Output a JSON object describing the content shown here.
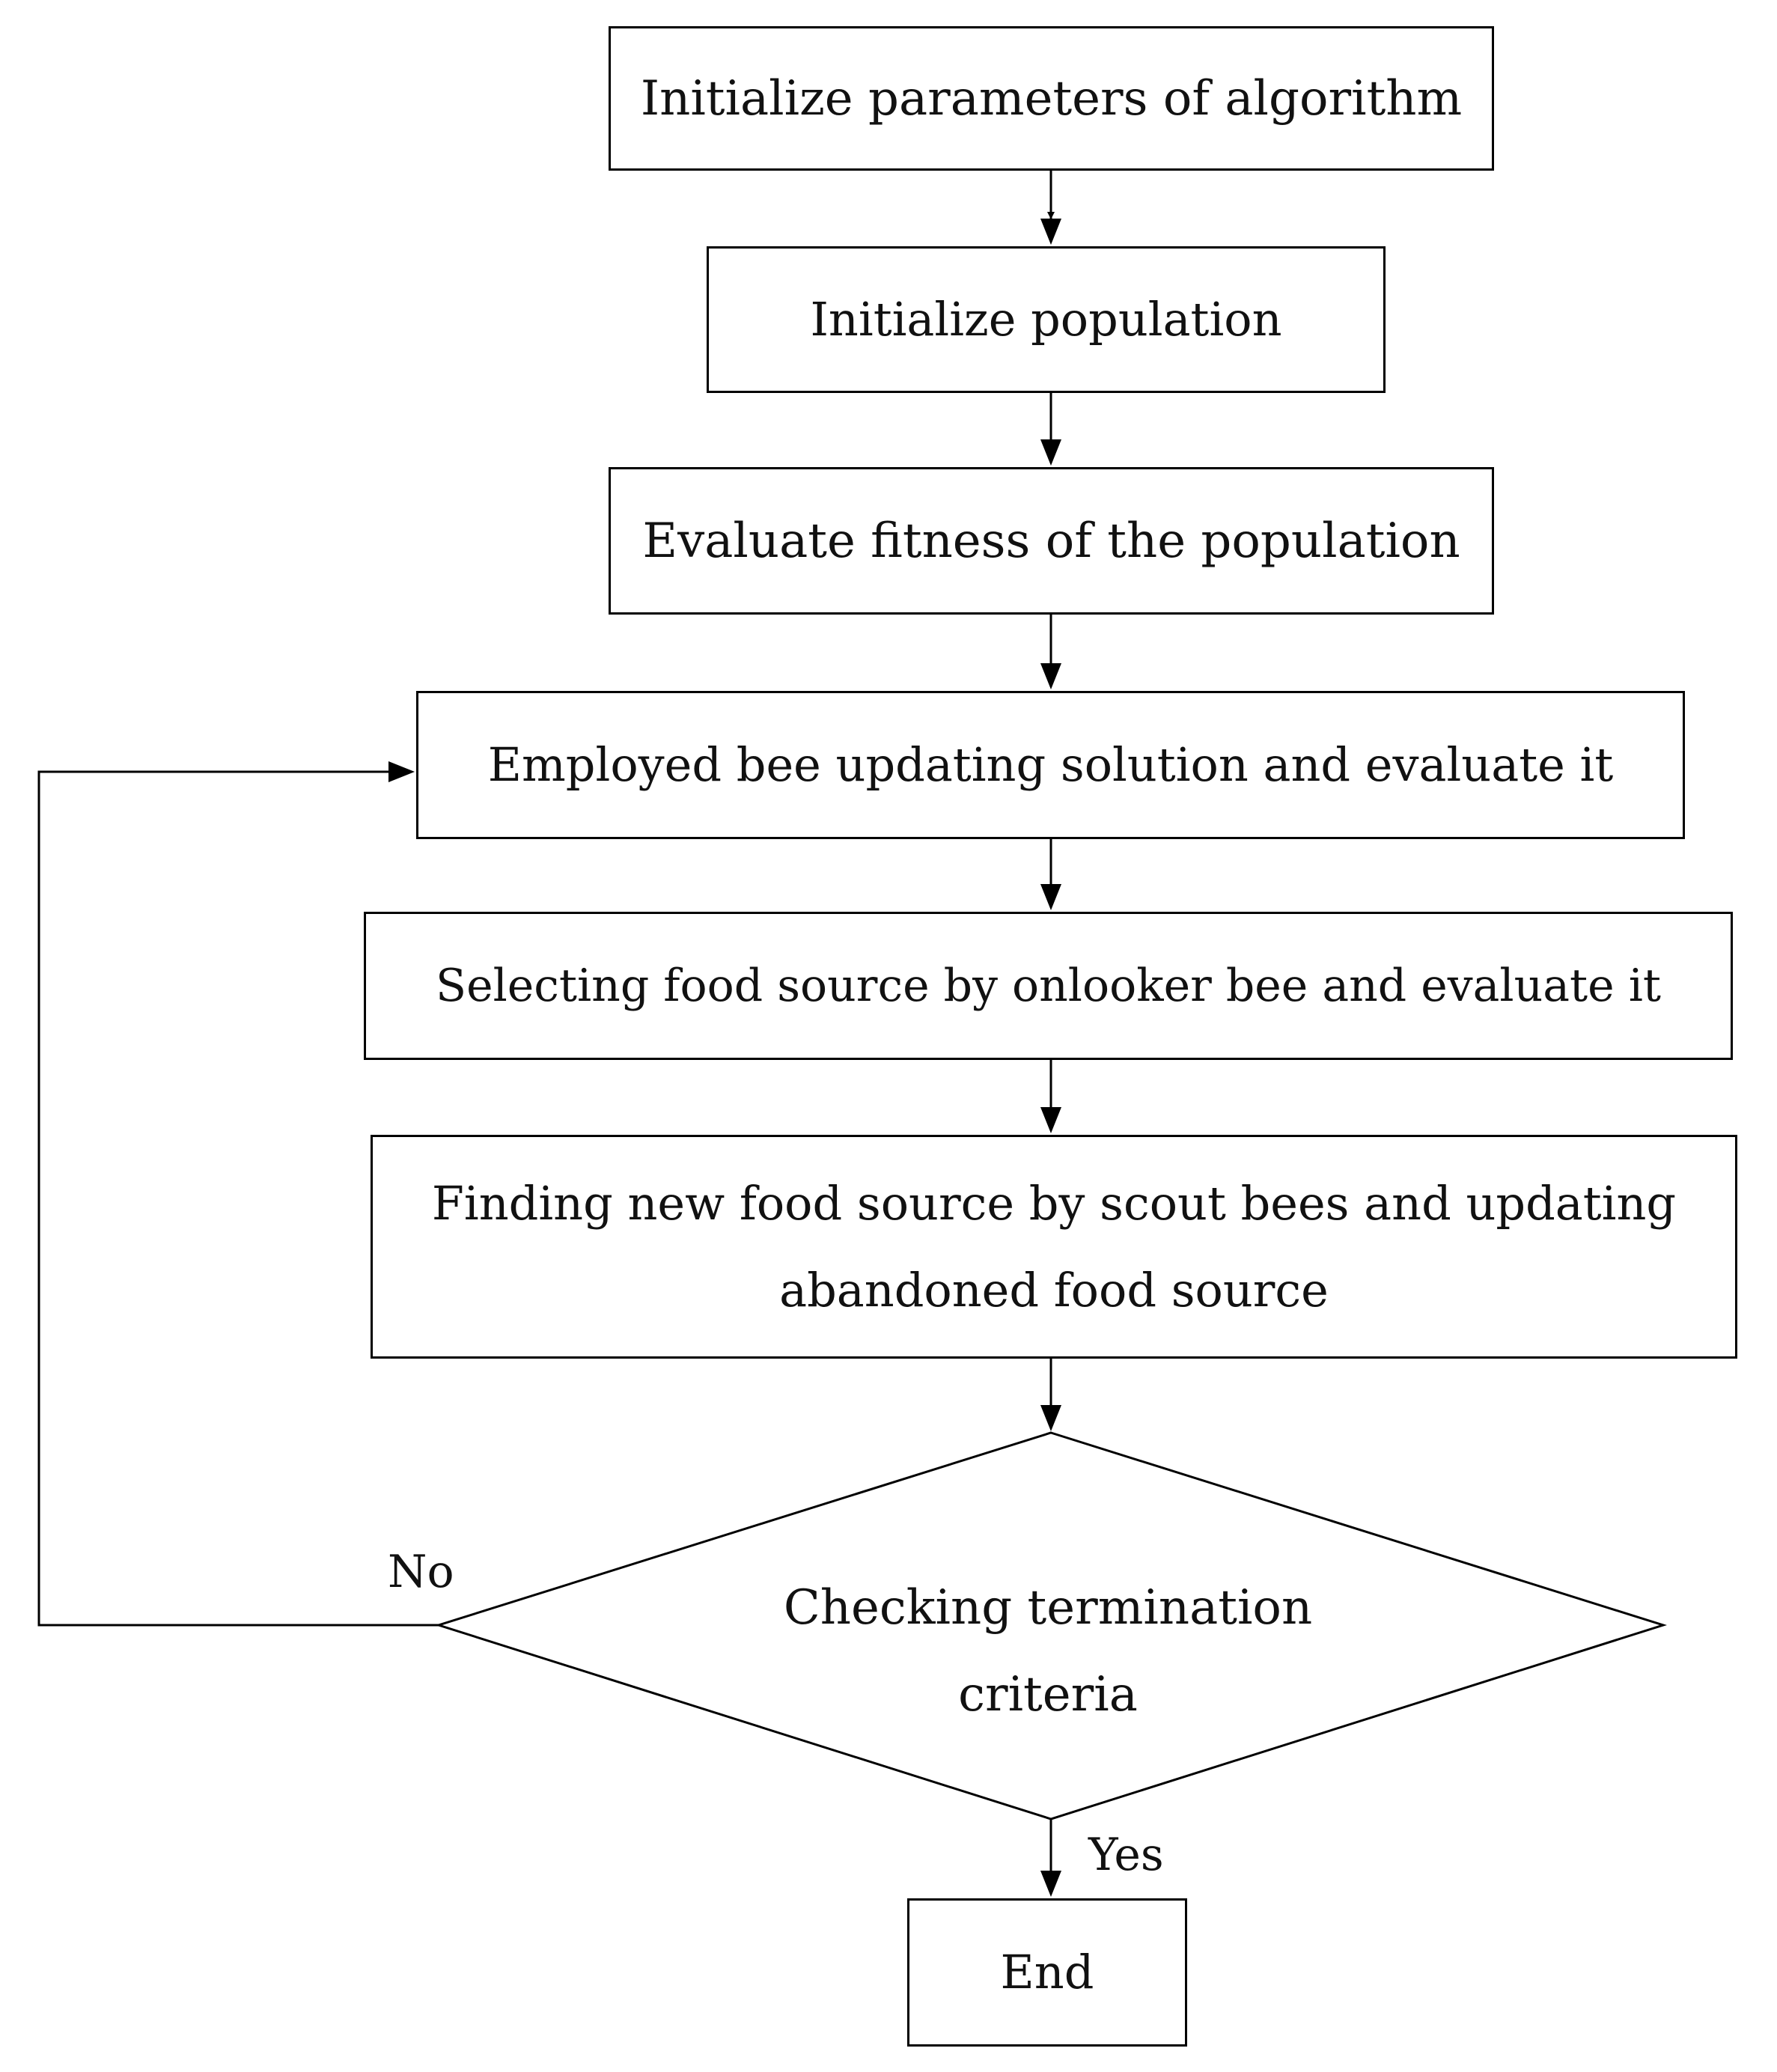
{
  "steps": {
    "initialize_parameters": "Initialize parameters of algorithm",
    "initialize_population": "Initialize population",
    "evaluate_fitness": "Evaluate fitness of the population",
    "employed_bee": "Employed bee updating solution and evaluate it",
    "onlooker_bee": "Selecting food source by onlooker bee and evaluate it",
    "scout_bees": "Finding new food source by scout bees and updating abandoned food source",
    "end": "End"
  },
  "decision": {
    "text": "Checking termination criteria",
    "no_label": "No",
    "yes_label": "Yes"
  }
}
